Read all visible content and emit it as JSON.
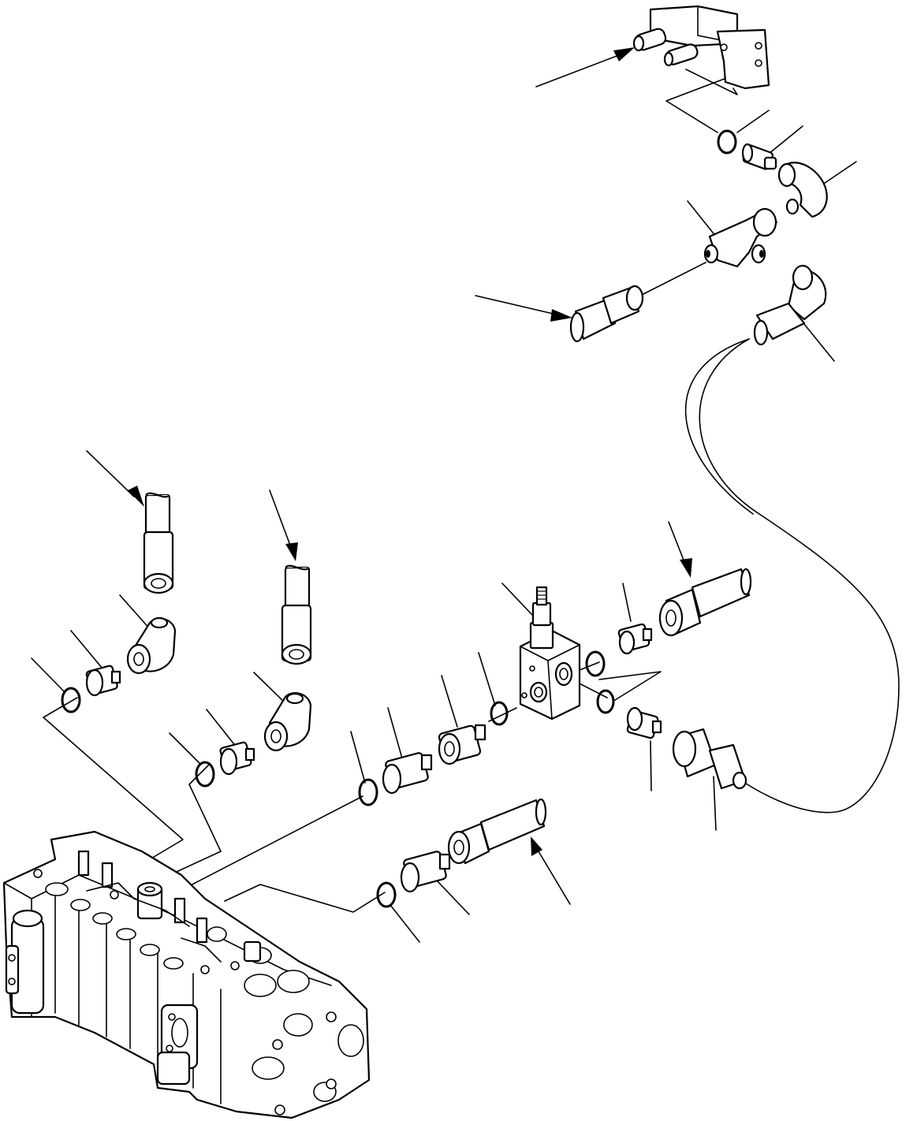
{
  "diagram": {
    "style": "exploded parts view, black line art on white, no printed text",
    "colors": {
      "ink": "#000000",
      "paper": "#ffffff"
    },
    "parts": [
      {
        "name": "pressure-switch-bracket"
      },
      {
        "name": "upper-o-ring"
      },
      {
        "name": "upper-adapter"
      },
      {
        "name": "upper-elbow"
      },
      {
        "name": "tee-fitting"
      },
      {
        "name": "hose-from-left-upper"
      },
      {
        "name": "hose-elbow-end"
      },
      {
        "name": "left-hose-1"
      },
      {
        "name": "left-elbow-1"
      },
      {
        "name": "left-adapter-1"
      },
      {
        "name": "left-o-ring-1"
      },
      {
        "name": "left-hose-2"
      },
      {
        "name": "left-elbow-2"
      },
      {
        "name": "left-adapter-2"
      },
      {
        "name": "left-o-ring-2"
      },
      {
        "name": "center-o-ring"
      },
      {
        "name": "center-adapter"
      },
      {
        "name": "center-nut"
      },
      {
        "name": "block-o-ring"
      },
      {
        "name": "valve-block"
      },
      {
        "name": "relief-plug"
      },
      {
        "name": "right-o-rings"
      },
      {
        "name": "right-adapter-upper"
      },
      {
        "name": "right-hose-upper"
      },
      {
        "name": "right-adapter-lower"
      },
      {
        "name": "right-hose-lower"
      },
      {
        "name": "bottom-o-ring"
      },
      {
        "name": "bottom-adapter"
      },
      {
        "name": "bottom-hose"
      },
      {
        "name": "control-valve"
      }
    ]
  }
}
